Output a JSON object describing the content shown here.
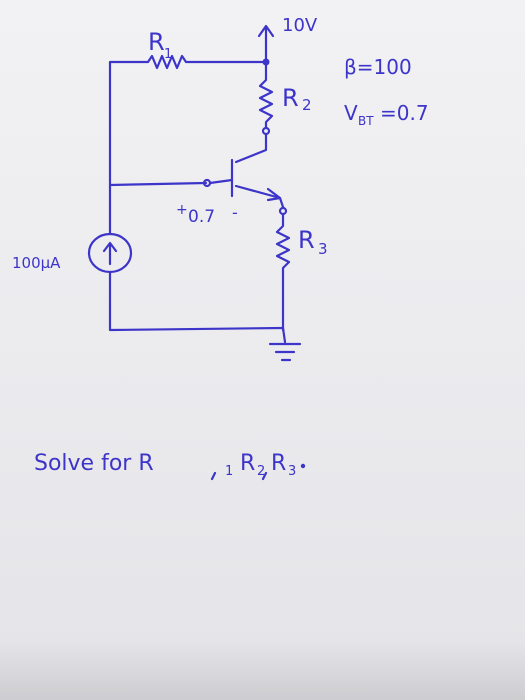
{
  "colors": {
    "ink": "#3d35c9",
    "paper": "#ededf0"
  },
  "labels": {
    "r1": "R",
    "r1_sub": "1",
    "r2": "R",
    "r2_sub": "2",
    "r3": "R",
    "r3_sub": "3",
    "supply": "10V",
    "beta": "β=100",
    "vbe": "V",
    "vbe_sub": "BT",
    "vbe_value": "=0.7",
    "vbe_plus": "+",
    "vbe_drop": "0.7",
    "vbe_minus": "-",
    "current_source": "100μA",
    "instruction": "Solve for R",
    "instruction_r1_sub": "1",
    "instruction_r2": "R",
    "instruction_r2_sub": "2",
    "instruction_r3": "R",
    "instruction_r3_sub": "3"
  }
}
